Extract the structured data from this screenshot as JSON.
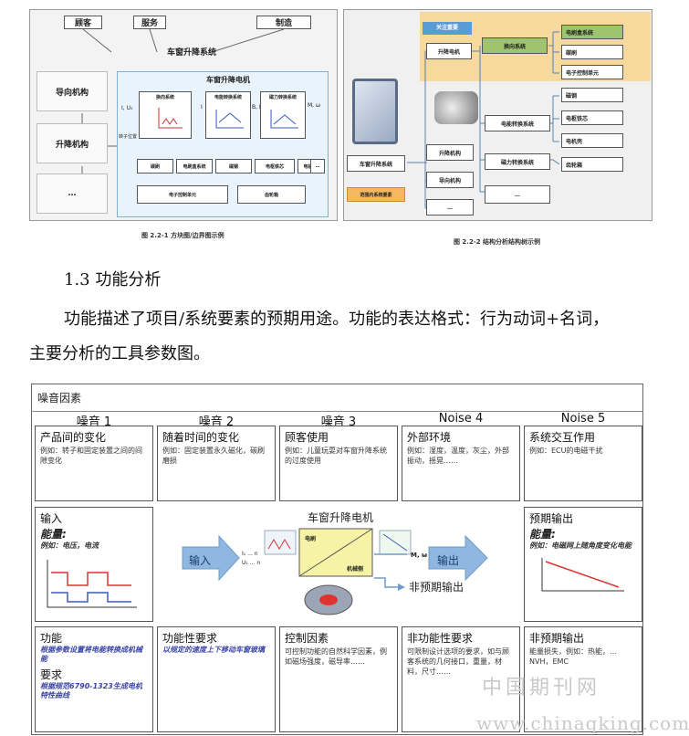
{
  "fig1": {
    "top_boxes": [
      "顾客",
      "服务",
      "制造"
    ],
    "system_title": "车窗升降系统",
    "motor_title": "车窗升降电机",
    "left_blocks": [
      "导向机构",
      "升降机构",
      "…"
    ],
    "sub_blocks": [
      "换向系统",
      "电能转换系统",
      "磁力转换系统"
    ],
    "io_labels": {
      "in": "I, U₀",
      "mid1": "I",
      "mid2": "B, H",
      "out": "M, ω",
      "rotor": "转子位置"
    },
    "bottom_row": [
      "碳刷",
      "电刷盒系统",
      "磁钢",
      "电枢铁芯",
      "电机壳",
      "…"
    ],
    "ecu": "电子控制单元",
    "gear": "齿轮箱",
    "caption": "图 2.2-1 方块图/边界图示例"
  },
  "fig2": {
    "tag": "关注重要",
    "motor": "升降电机",
    "commutation": "换向系统",
    "commutation_items": [
      "电刷盒系统",
      "碳刷",
      "电子控制单元"
    ],
    "root": "车窗升降系统",
    "root_sub": "范围内系统要素",
    "elec": "电能转换系统",
    "elec_items": [
      "磁钢",
      "电枢铁芯",
      "电机壳"
    ],
    "mag": "磁力转换系统",
    "mag_items": [
      "齿轮箱"
    ],
    "other": [
      "升降机构",
      "导向机构",
      "…",
      "…"
    ],
    "caption": "图 2.2-2 结构分析结构树示例"
  },
  "section_heading": "1.3 功能分析",
  "paragraph": [
    "功能描述了项目/系统要素的预期用途。功能的表达格式：行为动词+名词，",
    "主要分析的工具参数图。"
  ],
  "pdiagram": {
    "noise_factor_title": "噪音因素",
    "noise_headers": [
      "噪音 1",
      "噪音 2",
      "噪音 3",
      "Noise 4",
      "Noise 5"
    ],
    "noise_cells": [
      {
        "title": "产品间的变化",
        "desc": "例如：转子和固定装置之间的间隙变化"
      },
      {
        "title": "随着时间的变化",
        "desc": "例如：固定装置永久磁化，碳刷磨损"
      },
      {
        "title": "顾客使用",
        "desc": "例如：儿童玩耍对车窗升降系统的过度使用"
      },
      {
        "title": "外部环境",
        "desc": "例如：湿度，温度，灰尘，外部振动，摇晃……"
      },
      {
        "title": "系统交互作用",
        "desc": "例如：ECU的电磁干扰"
      }
    ],
    "input_title": "输入",
    "input_energy": "能量:",
    "input_example": "例如：电压，电流",
    "center_title": "车窗升降电机",
    "arrow_in": "输入",
    "arrow_out": "输出",
    "center_out_label": "M, ω",
    "center_in_labels": [
      "I₁ ... n",
      "U₁ ... n"
    ],
    "inner_labels": [
      "电刷",
      "机械侧"
    ],
    "unexpected_output": "非预期输出",
    "expected_title": "预期输出",
    "expected_energy": "能量:",
    "expected_example": "例如：电磁网上随角度变化电能",
    "bottom_cells": {
      "function": {
        "title": "功能",
        "desc": "根据参数设置将电能转换成机械能",
        "req_title": "要求",
        "req_desc": "根据规范6790-1323生成电机特性曲线"
      },
      "func_req": {
        "title": "功能性要求",
        "desc": "以规定的速度上下移动车窗玻璃"
      },
      "control": {
        "title": "控制因素",
        "desc": "可控制功能的自然科学因素，例如磁场强度，磁导率……"
      },
      "nonfunc": {
        "title": "非功能性要求",
        "desc": "可限制设计选项的要求，如与顾客系统的几何接口，重量，材料，尺寸……"
      },
      "unexpected": {
        "title": "非预期输出",
        "desc": "能量损失，例如：热能，…NVH，EMC"
      }
    }
  },
  "watermark": {
    "cn": "中国期刊网",
    "url": "www.chinaqking.com"
  }
}
